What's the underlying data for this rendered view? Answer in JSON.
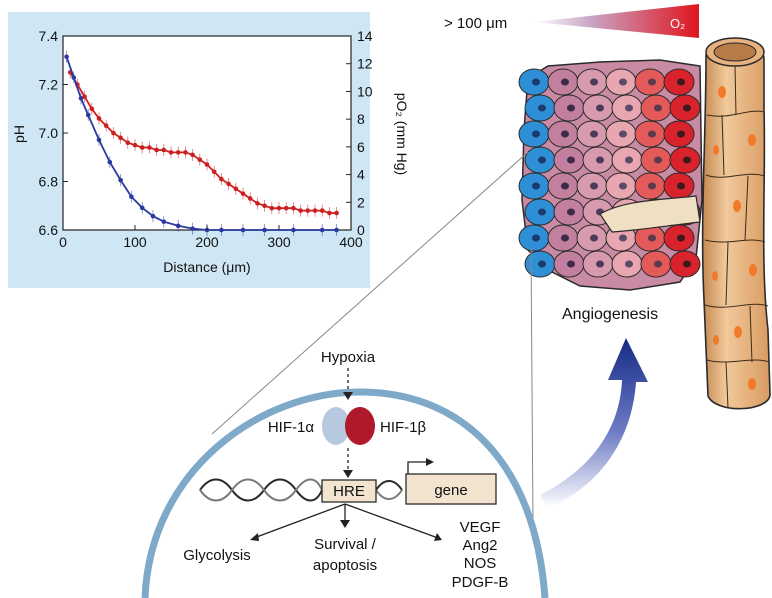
{
  "chart_data": {
    "type": "line",
    "xlabel": "Distance (μm)",
    "ylabel_left": "pH",
    "ylabel_right": "pO₂ (mm Hg)",
    "xlim": [
      0,
      400
    ],
    "ylim_left": [
      6.6,
      7.4
    ],
    "ylim_right": [
      0,
      14
    ],
    "x_ticks": [
      "0",
      "100",
      "200",
      "300",
      "400"
    ],
    "y_left_ticks": [
      "6.6",
      "6.8",
      "7.0",
      "7.2",
      "7.4"
    ],
    "y_right_ticks": [
      "0",
      "2",
      "4",
      "6",
      "8",
      "10",
      "12",
      "14"
    ],
    "series": [
      {
        "axis": "left",
        "color": "#cc1f1f",
        "x": [
          10,
          20,
          30,
          40,
          50,
          60,
          70,
          80,
          90,
          100,
          110,
          120,
          130,
          140,
          150,
          160,
          170,
          180,
          190,
          200,
          210,
          220,
          230,
          240,
          250,
          260,
          270,
          280,
          290,
          300,
          310,
          320,
          330,
          340,
          350,
          360,
          370,
          380
        ],
        "y": [
          7.25,
          7.2,
          7.15,
          7.1,
          7.06,
          7.03,
          7.0,
          6.98,
          6.96,
          6.95,
          6.94,
          6.94,
          6.93,
          6.93,
          6.92,
          6.92,
          6.92,
          6.91,
          6.89,
          6.87,
          6.84,
          6.81,
          6.79,
          6.77,
          6.75,
          6.73,
          6.71,
          6.7,
          6.69,
          6.69,
          6.69,
          6.69,
          6.68,
          6.68,
          6.68,
          6.68,
          6.67,
          6.67
        ]
      },
      {
        "axis": "right",
        "color": "#2a3aa0",
        "x": [
          5,
          15,
          25,
          35,
          50,
          65,
          80,
          95,
          110,
          125,
          140,
          160,
          180,
          200,
          220,
          250,
          280,
          320,
          360,
          380
        ],
        "y": [
          12.5,
          11.0,
          9.5,
          8.3,
          6.5,
          4.9,
          3.6,
          2.4,
          1.6,
          1.0,
          0.6,
          0.3,
          0.1,
          0.0,
          0.0,
          0.0,
          0.0,
          0.0,
          0.0,
          0.0
        ]
      }
    ],
    "background": "#cfe7f5"
  },
  "diagram": {
    "gradient_label": "> 100 μm",
    "o2_label": "O₂",
    "angiogenesis_label": "Angiogenesis",
    "hypoxia_label": "Hypoxia",
    "hif1a_label": "HIF-1α",
    "hif1b_label": "HIF-1β",
    "hre_label": "HRE",
    "gene_label": "gene",
    "glycolysis_label": "Glycolysis",
    "survival_label": "Survival /",
    "apoptosis_label": "apoptosis",
    "targets": [
      "VEGF",
      "Ang2",
      "NOS",
      "PDGF-B"
    ],
    "colors": {
      "nucleus_arc": "#7fa9c9",
      "hif1a": "#b7c9de",
      "hif1b": "#b0182b",
      "hre_box": "#f3e4cf",
      "arrow_blue": "#1d2f8a",
      "vessel": "#e8b888",
      "vessel_spot": "#f07a2a",
      "cell_blue": "#2f8fd6",
      "cell_pink": "#c9879f",
      "cell_red": "#d8232c"
    }
  }
}
